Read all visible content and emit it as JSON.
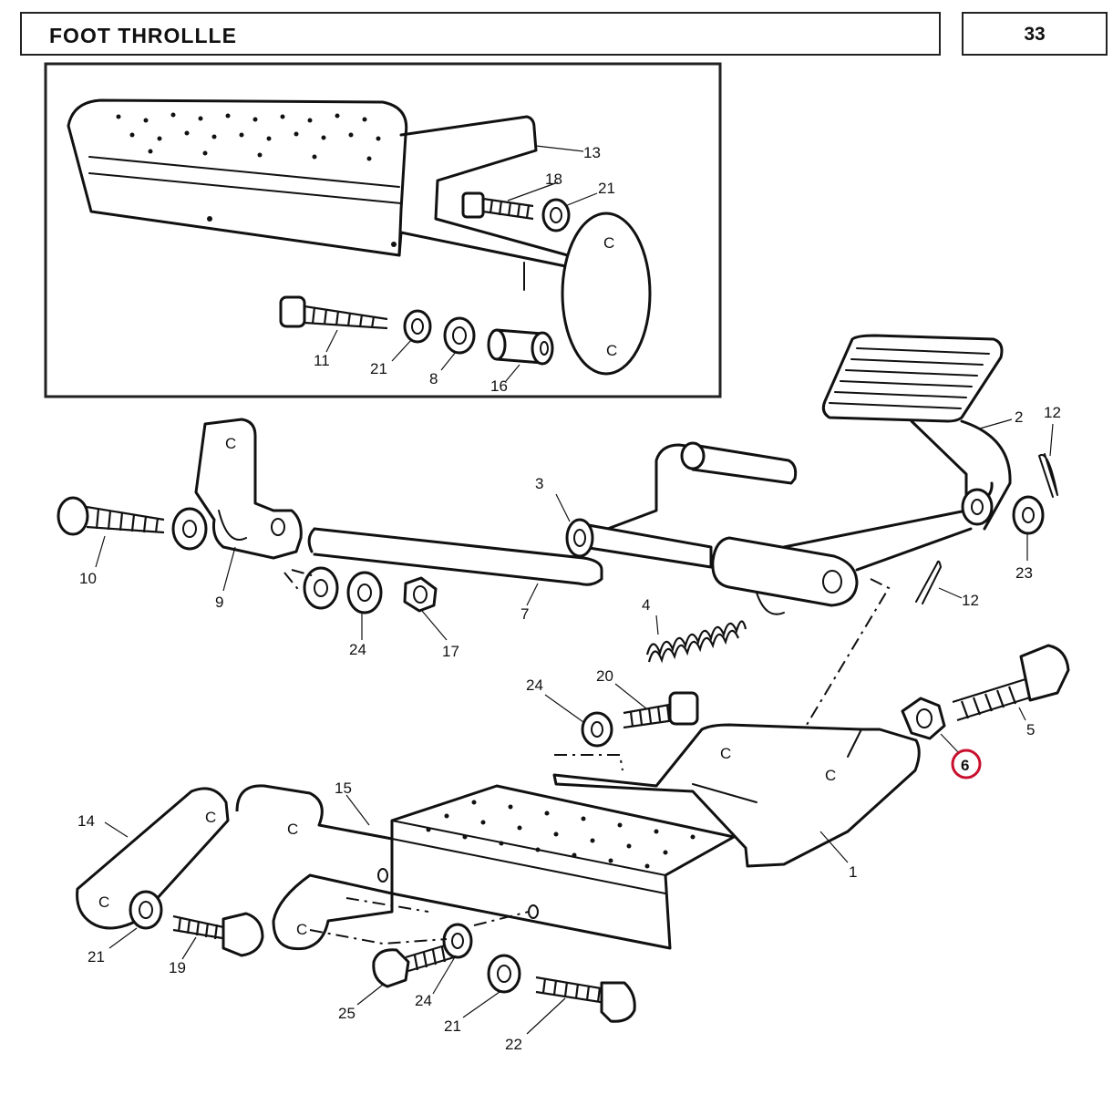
{
  "header": {
    "title": "FOOT THROLLLE",
    "page_number": "33"
  },
  "callouts": {
    "c1": "1",
    "c2": "2",
    "c3": "3",
    "c4": "4",
    "c5": "5",
    "c6": "6",
    "c7": "7",
    "c8": "8",
    "c9": "9",
    "c10": "10",
    "c11": "11",
    "c12": "12",
    "c13": "13",
    "c14": "14",
    "c15": "15",
    "c16": "16",
    "c17": "17",
    "c18": "18",
    "c19": "19",
    "c20": "20",
    "c21": "21",
    "c22": "22",
    "c23": "23",
    "c24": "24",
    "c25": "25"
  },
  "highlight": {
    "part": "6",
    "color": "#c8102e"
  }
}
